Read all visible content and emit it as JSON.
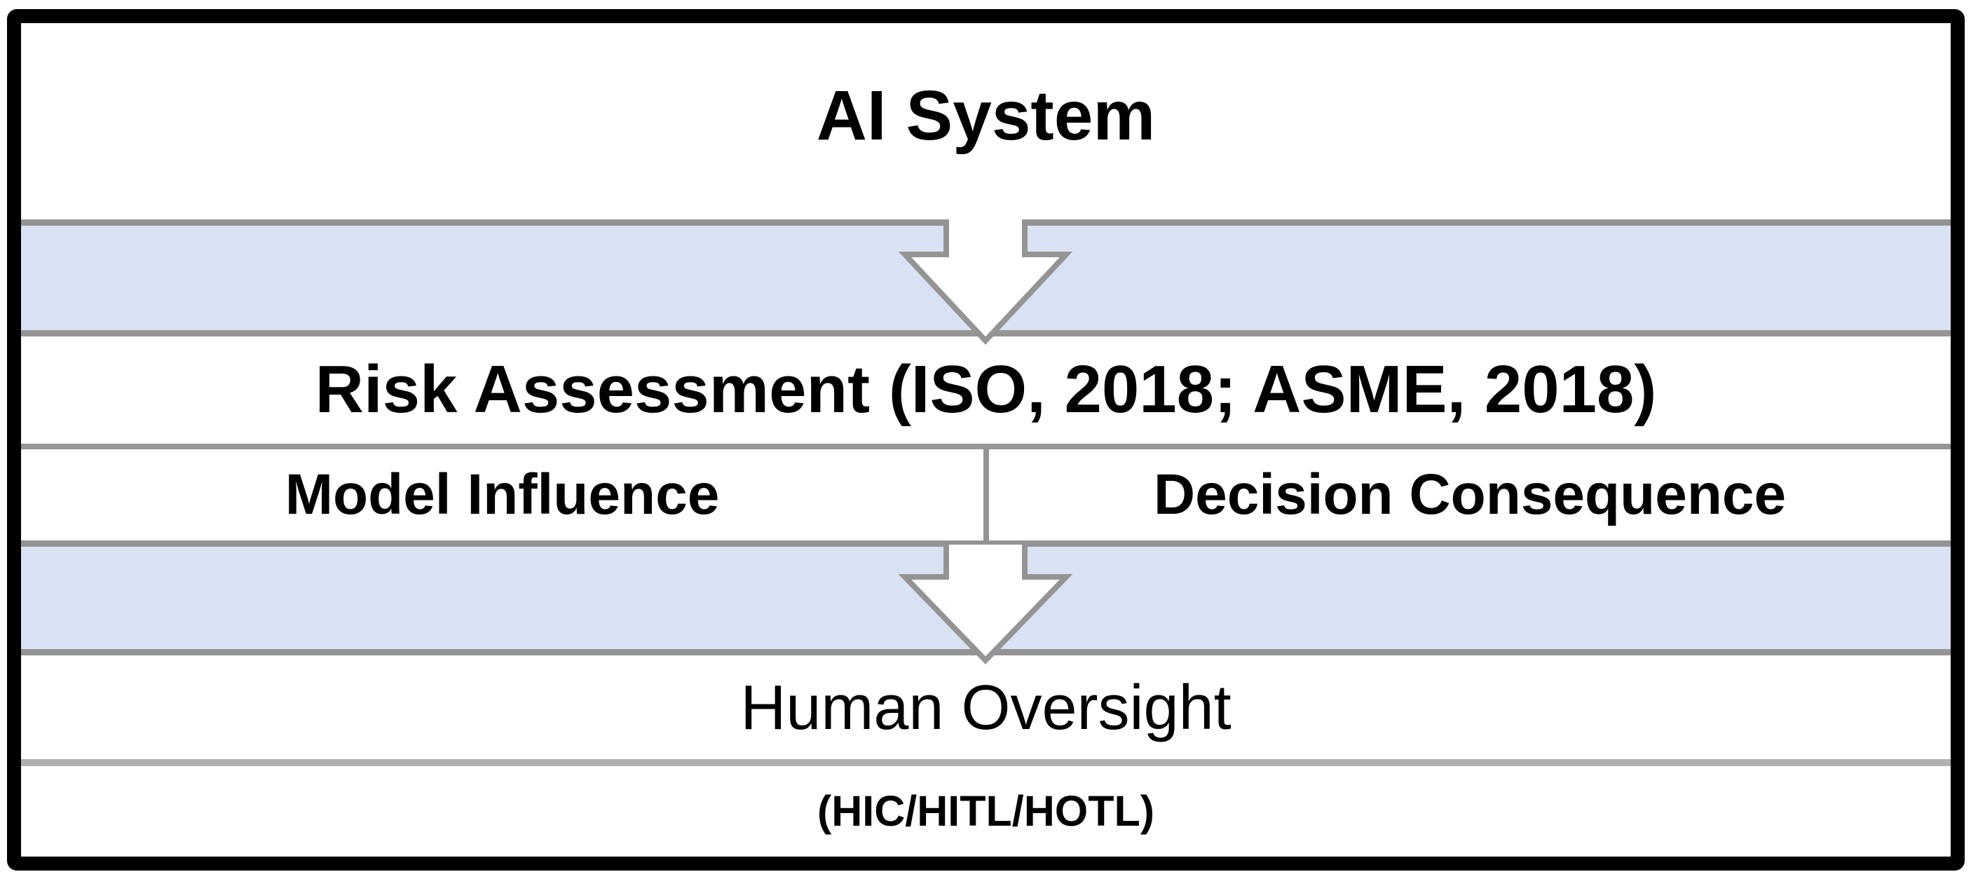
{
  "diagram": {
    "title": "AI System",
    "risk_row": "Risk Assessment (ISO, 2018; ASME, 2018)",
    "cells": {
      "left": "Model Influence",
      "right": "Decision Consequence"
    },
    "oversight_row": "Human Oversight",
    "oversight_modes_row": "(HIC/HITL/HOTL)"
  },
  "colors": {
    "background": "#ffffff",
    "frame": "#000000",
    "text": "#000000",
    "band_fill": "#d9e2f3",
    "band_border": "#949494",
    "arrow_fill": "#ffffff",
    "arrow_stroke": "#949494",
    "separator_risk": "#949494",
    "separator_oversight": "#b0b0b0"
  },
  "icons": {
    "down_arrow_top": "down-arrow",
    "down_arrow_bottom": "down-arrow"
  }
}
